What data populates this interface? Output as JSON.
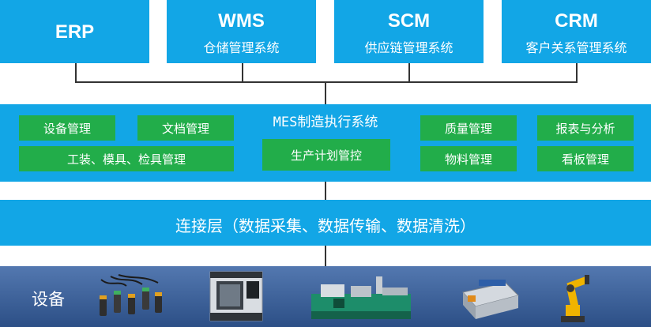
{
  "systems": [
    {
      "title": "ERP",
      "subtitle": ""
    },
    {
      "title": "WMS",
      "subtitle": "仓储管理系统"
    },
    {
      "title": "SCM",
      "subtitle": "供应链管理系统"
    },
    {
      "title": "CRM",
      "subtitle": "客户关系管理系统"
    }
  ],
  "mes": {
    "title": "MES制造执行系统",
    "modules": [
      "设备管理",
      "文档管理",
      "工装、模具、检具管理",
      "生产计划管控",
      "质量管理",
      "报表与分析",
      "物料管理",
      "看板管理"
    ]
  },
  "connection": {
    "label": "连接层（数据采集、数据传输、数据清洗）"
  },
  "devices": {
    "label": "设备",
    "items": [
      "sensors-icon",
      "cnc-machine-icon",
      "injection-molding-machine-icon",
      "laser-cutter-icon",
      "industrial-robot-icon"
    ]
  },
  "colors": {
    "band": "#12a6e6",
    "module": "#22ad4a",
    "device_band": "#3a5f97",
    "text": "#ffffff"
  }
}
